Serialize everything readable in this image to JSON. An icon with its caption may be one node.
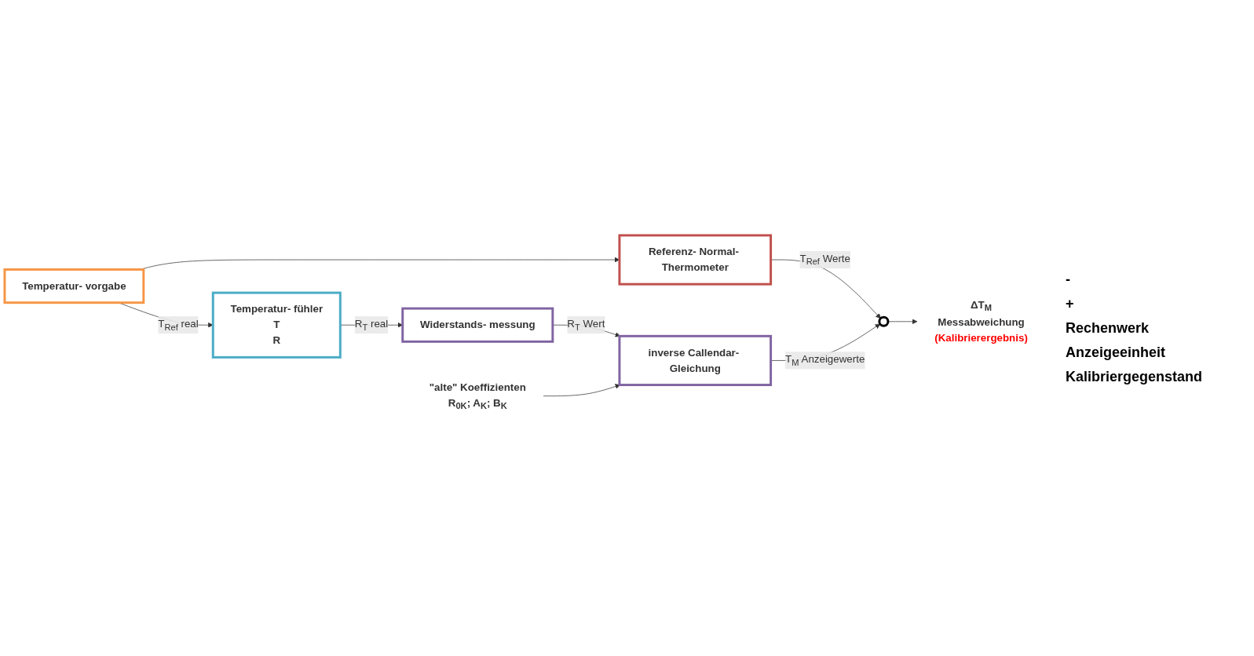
{
  "diagram": {
    "nodes": [
      {
        "text": [
          "Temperatur- vorgabe"
        ]
      },
      {
        "text": [
          "Referenz- Normal- Thermometer"
        ]
      },
      {
        "text": [
          "Temperatur- fühler",
          "T",
          "R"
        ]
      },
      {
        "text": [
          "Widerstands- messung"
        ]
      },
      {
        "text": [
          "inverse Callendar- Gleichung"
        ]
      },
      {
        "text": [],
        "shape": "circle"
      },
      {
        "text": [
          "ΔT$_{M}$",
          "Messabweichung",
          "(Kalibrierergebnis)"
        ]
      },
      {
        "text": [
          "\"alte\" Koeffizienten",
          "R$_{0K}$; A$_{K}$; B$_{K}$"
        ]
      }
    ],
    "edges": [
      {
        "from": 0,
        "to": 1,
        "arrow": "to"
      },
      {
        "from": 0,
        "to": 2,
        "arrow": "to",
        "label": "T$_{Ref}$ real"
      },
      {
        "from": 1,
        "to": 5,
        "arrow": "to",
        "label": "T$_{Ref}$ Werte"
      },
      {
        "from": 2,
        "to": 3,
        "arrow": "to",
        "label": "R$_{T}$ real"
      },
      {
        "from": 3,
        "to": 4,
        "arrow": "to",
        "label": "R$_{T}$ Wert"
      },
      {
        "from": 7,
        "to": 4,
        "arrow": "to"
      },
      {
        "from": 4,
        "to": 5,
        "arrow": "to",
        "label": "T$_{M}$ Anzeigewerte"
      },
      {
        "from": 5,
        "to": 6,
        "arrow": "to"
      }
    ],
    "labels": [
      "-",
      "+",
      "Rechenwerk",
      "Anzeigeeinheit",
      "Kalibriergegenstand"
    ]
  }
}
